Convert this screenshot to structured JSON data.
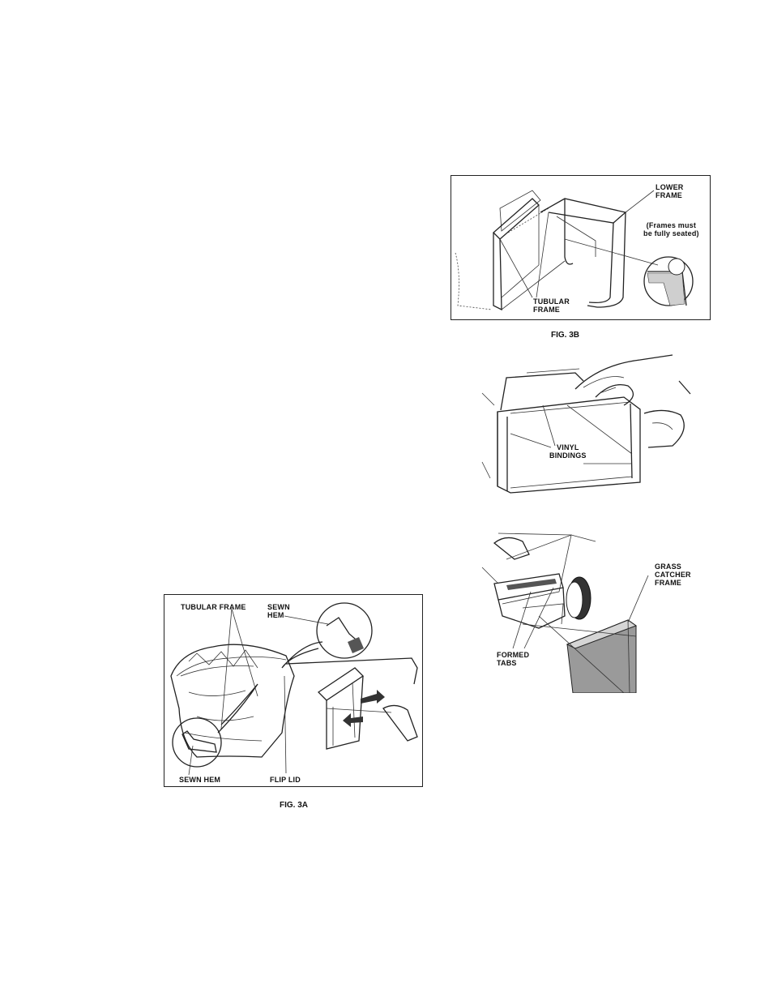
{
  "fig3b": {
    "caption": "FIG. 3B",
    "lower_frame": "LOWER\nFRAME",
    "note": "(Frames must\nbe fully seated)",
    "tubular_frame": "TUBULAR\nFRAME"
  },
  "fig_vinyl": {
    "vinyl_bindings": "VINYL\nBINDINGS"
  },
  "fig_tabs": {
    "grass_catcher_frame": "GRASS\nCATCHER\nFRAME",
    "formed_tabs": "FORMED\nTABS"
  },
  "fig3a": {
    "caption": "FIG. 3A",
    "tubular_frame": "TUBULAR FRAME",
    "sewn_hem_top": "SEWN\nHEM",
    "sewn_hem_bottom": "SEWN HEM",
    "flip_lid": "FLIP LID"
  }
}
